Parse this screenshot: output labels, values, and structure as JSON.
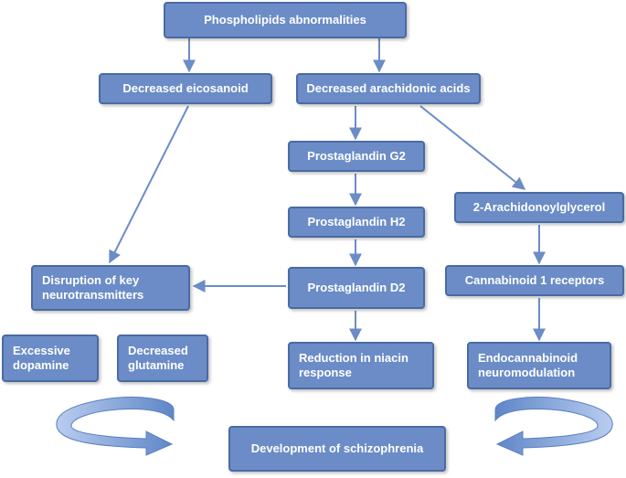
{
  "diagram": {
    "nodes": {
      "top": "Phospholipids abnormalities",
      "eicosanoid": "Decreased eicosanoid",
      "arachidonic": "Decreased arachidonic acids",
      "pg2": "Prostaglandin G2",
      "ag": "2-Arachidonoylglycerol",
      "ph2": "Prostaglandin H2",
      "disruption": "Disruption of key\nneurotransmitters",
      "pd2": "Prostaglandin D2",
      "cb1": "Cannabinoid 1 receptors",
      "dopamine": "Excessive\ndopamine",
      "glutamine": "Decreased\nglutamine",
      "niacin": "Reduction in niacin\nresponse",
      "endo": "Endocannabinoid\nneuromodulation",
      "schizophrenia": "Development of schizophrenia"
    },
    "edges": [
      {
        "from": "top",
        "to": "eicosanoid"
      },
      {
        "from": "top",
        "to": "arachidonic"
      },
      {
        "from": "arachidonic",
        "to": "pg2"
      },
      {
        "from": "arachidonic",
        "to": "ag"
      },
      {
        "from": "eicosanoid",
        "to": "disruption"
      },
      {
        "from": "pg2",
        "to": "ph2"
      },
      {
        "from": "ph2",
        "to": "pd2"
      },
      {
        "from": "pd2",
        "to": "disruption"
      },
      {
        "from": "pd2",
        "to": "niacin"
      },
      {
        "from": "ag",
        "to": "cb1"
      },
      {
        "from": "cb1",
        "to": "endo"
      }
    ],
    "colors": {
      "box_fill": "#6b8cc7",
      "box_border": "#4a6aa3",
      "arrow": "#6b8cc7",
      "curved_arrow": "#7a9cd4"
    }
  }
}
